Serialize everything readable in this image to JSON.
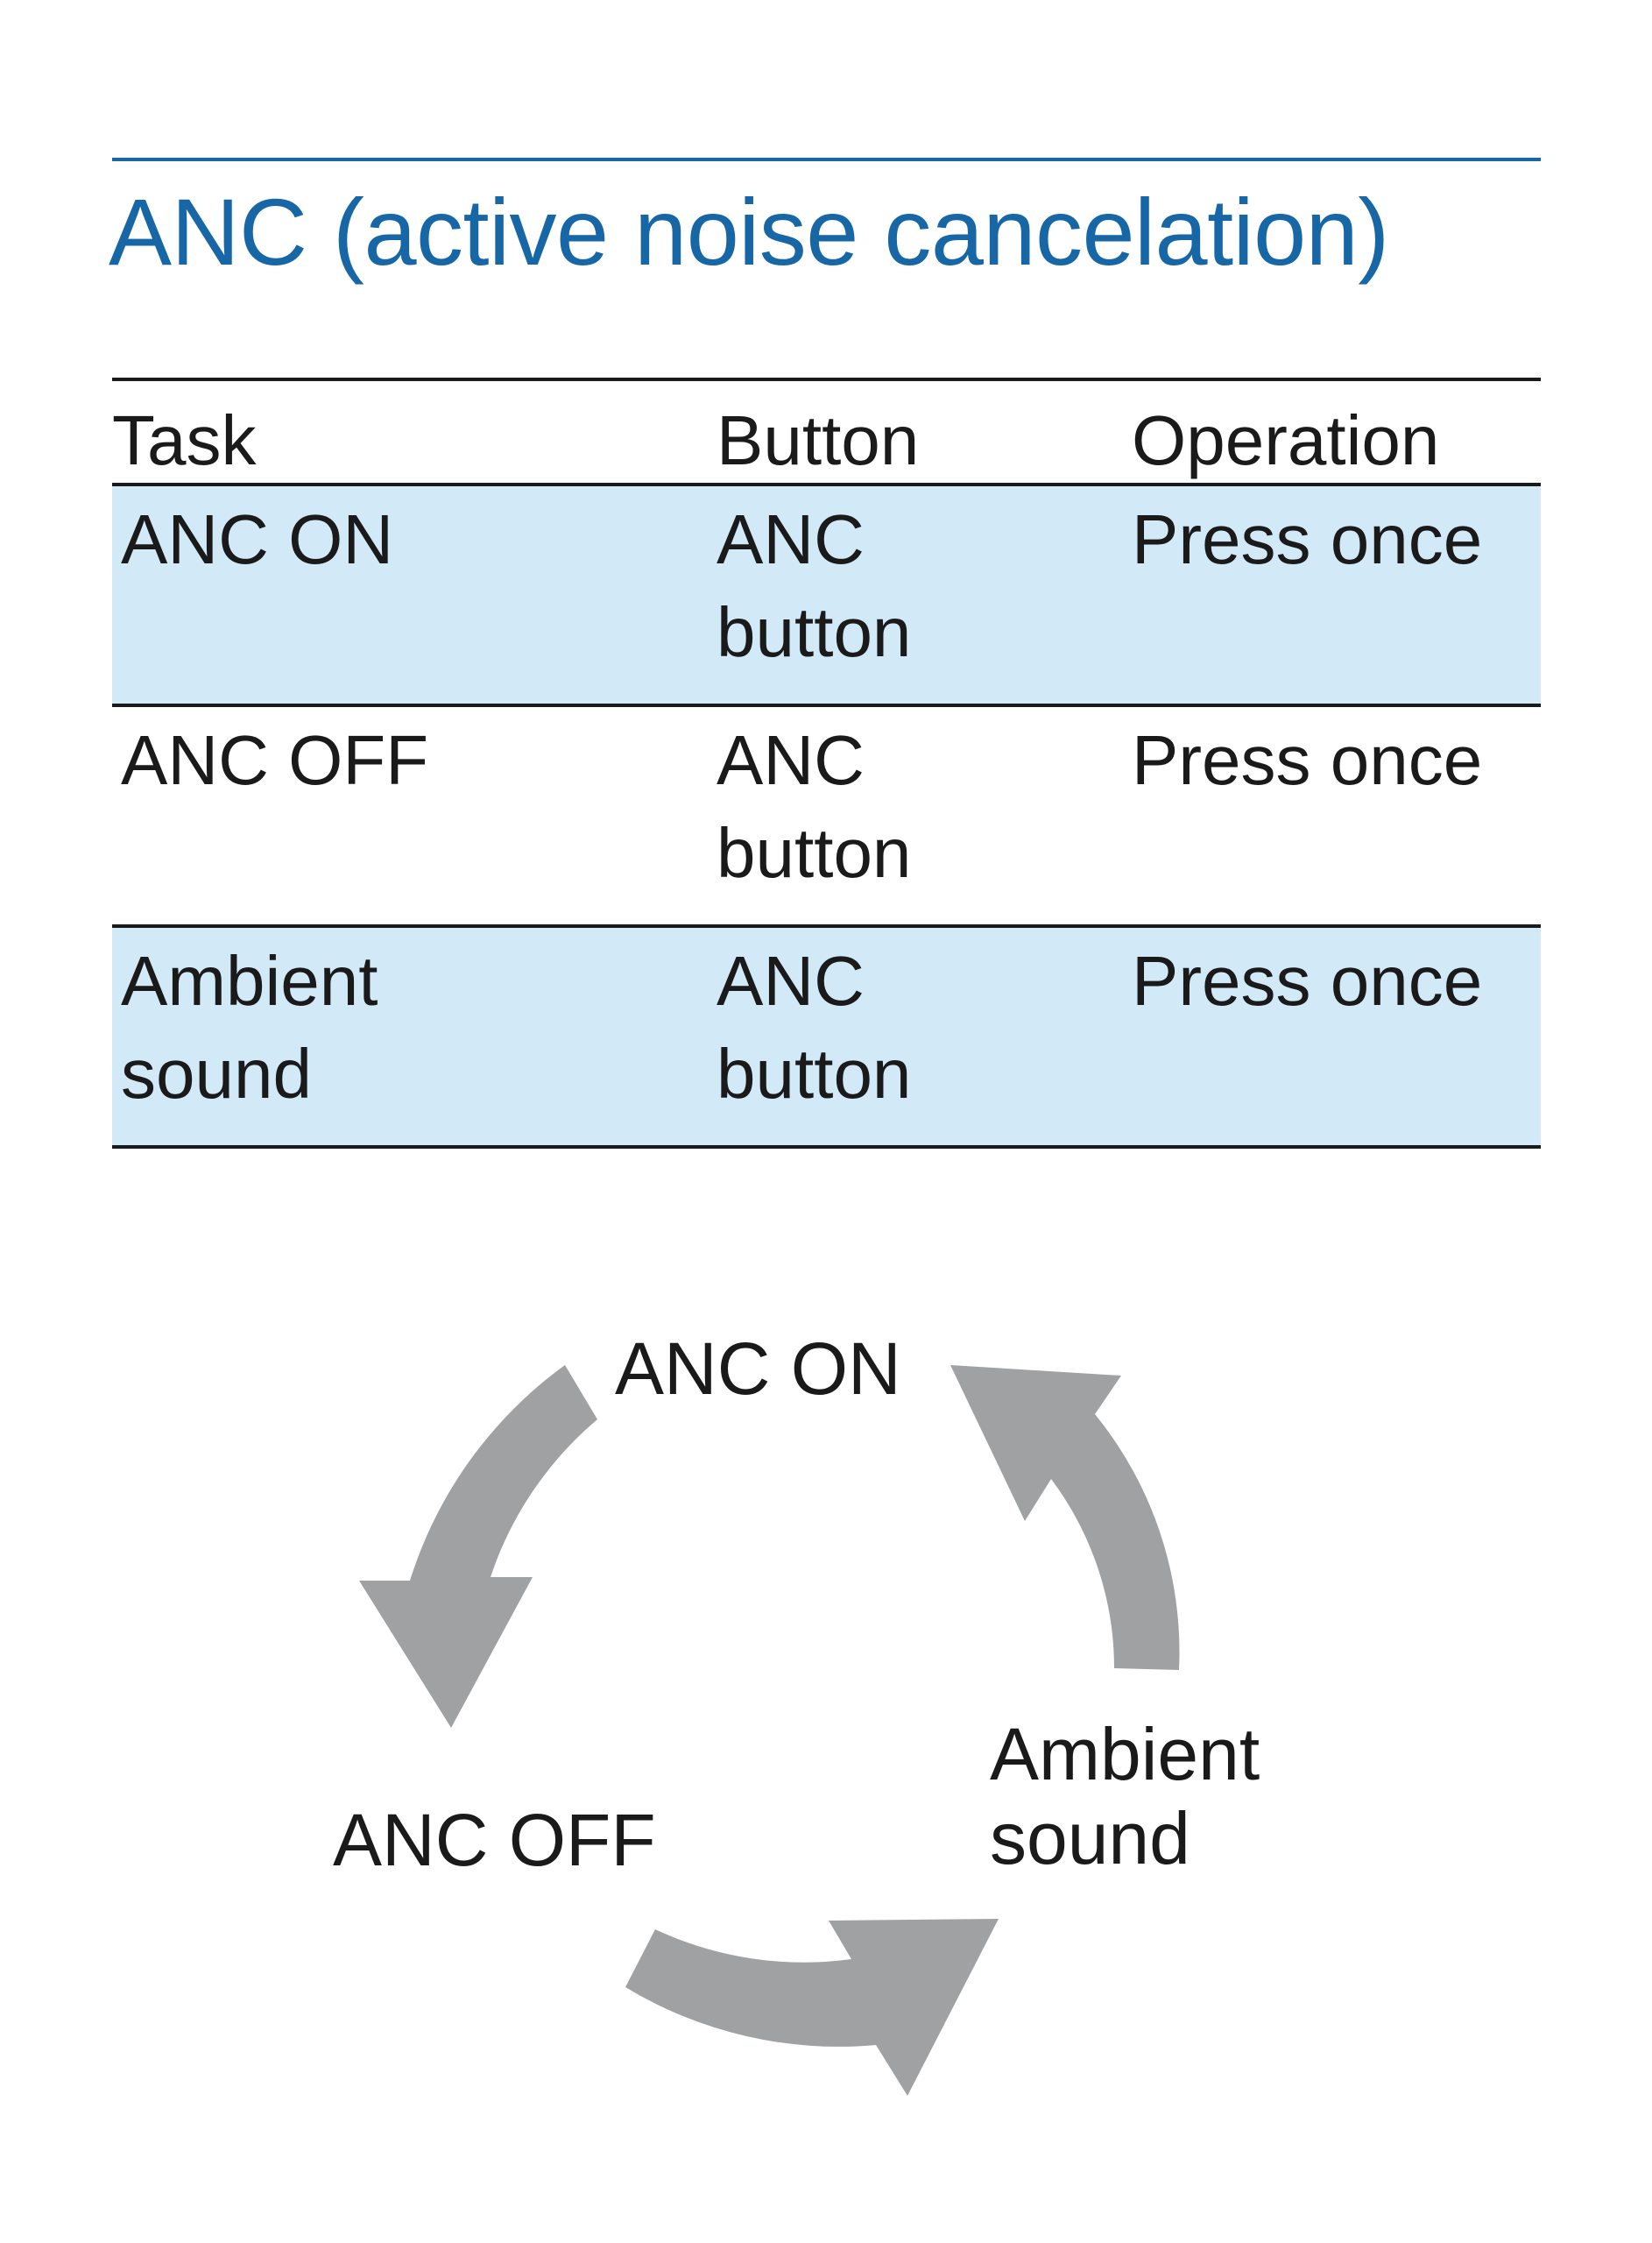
{
  "title": "ANC (active noise cancelation)",
  "table": {
    "headers": {
      "task": "Task",
      "button": "Button",
      "operation": "Operation"
    },
    "rows": [
      {
        "task": "ANC ON",
        "button": "ANC\nbutton",
        "operation": "Press once"
      },
      {
        "task": "ANC OFF",
        "button": "ANC\nbutton",
        "operation": "Press once"
      },
      {
        "task": "Ambient\nsound",
        "button": "ANC\nbutton",
        "operation": "Press once"
      }
    ]
  },
  "cycle": {
    "states": {
      "anc_on": "ANC ON",
      "anc_off": "ANC OFF",
      "ambient": "Ambient\nsound"
    }
  },
  "colors": {
    "title": "#1766a6",
    "rule": "#1766a6",
    "row_shading": "#d2e9f8",
    "arrow": "#a0a1a3",
    "text": "#1a1a1a"
  }
}
